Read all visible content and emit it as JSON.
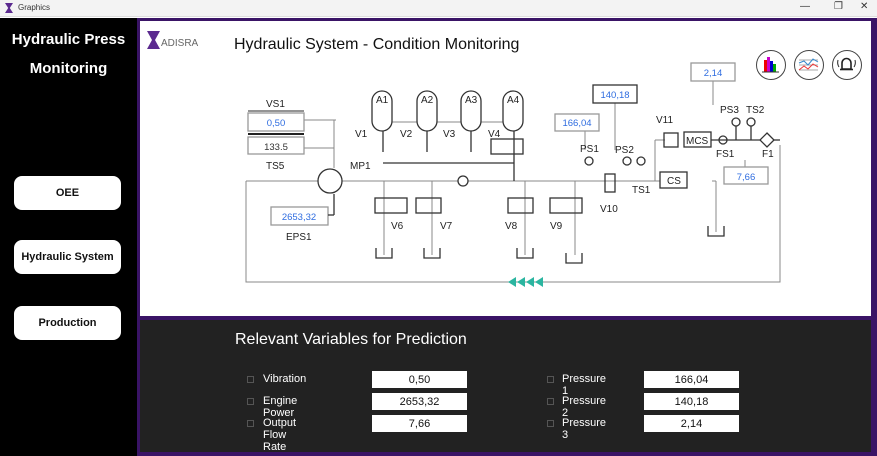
{
  "window": {
    "title": "Graphics",
    "minimize": "—",
    "maximize": "❐",
    "close": "✕"
  },
  "sidebar": {
    "title_line1": "Hydraulic Press",
    "title_line2": "Monitoring",
    "buttons": [
      "OEE",
      "Hydraulic System",
      "Production"
    ]
  },
  "header": {
    "logo": "ADISRA",
    "title": "Hydraulic System - Condition Monitoring",
    "icons": [
      "bar-chart-icon",
      "line-chart-icon",
      "alarm-bell-icon"
    ]
  },
  "diagram": {
    "labels": {
      "VS1": "VS1",
      "TS5": "TS5",
      "EPS1": "EPS1",
      "MP1": "MP1",
      "A1": "A1",
      "A2": "A2",
      "A3": "A3",
      "A4": "A4",
      "V1": "V1",
      "V2": "V2",
      "V3": "V3",
      "V4": "V4",
      "V6": "V6",
      "V7": "V7",
      "V8": "V8",
      "V9": "V9",
      "V10": "V10",
      "V11": "V11",
      "PS1": "PS1",
      "PS2": "PS2",
      "PS3": "PS3",
      "TS1": "TS1",
      "TS2": "TS2",
      "FS1": "FS1",
      "F1": "F1",
      "MCS": "MCS",
      "CS": "CS"
    },
    "values": {
      "VS1": "0,50",
      "TS5": "133.5",
      "EPS1": "2653,32",
      "PS1": "166,04",
      "PS2": "140,18",
      "PS3": "2,14",
      "FS1": "7,66"
    },
    "flow_color": "#2bb5a0"
  },
  "prediction": {
    "title": "Relevant Variables for Prediction",
    "left": [
      {
        "label": "Vibration",
        "value": "0,50"
      },
      {
        "label": "Engine Power",
        "value": "2653,32"
      },
      {
        "label": "Output Flow Rate",
        "value": "7,66"
      }
    ],
    "right": [
      {
        "label": "Pressure 1",
        "value": "166,04"
      },
      {
        "label": "Pressure 2",
        "value": "140,18"
      },
      {
        "label": "Pressure 3",
        "value": "2,14"
      }
    ]
  }
}
